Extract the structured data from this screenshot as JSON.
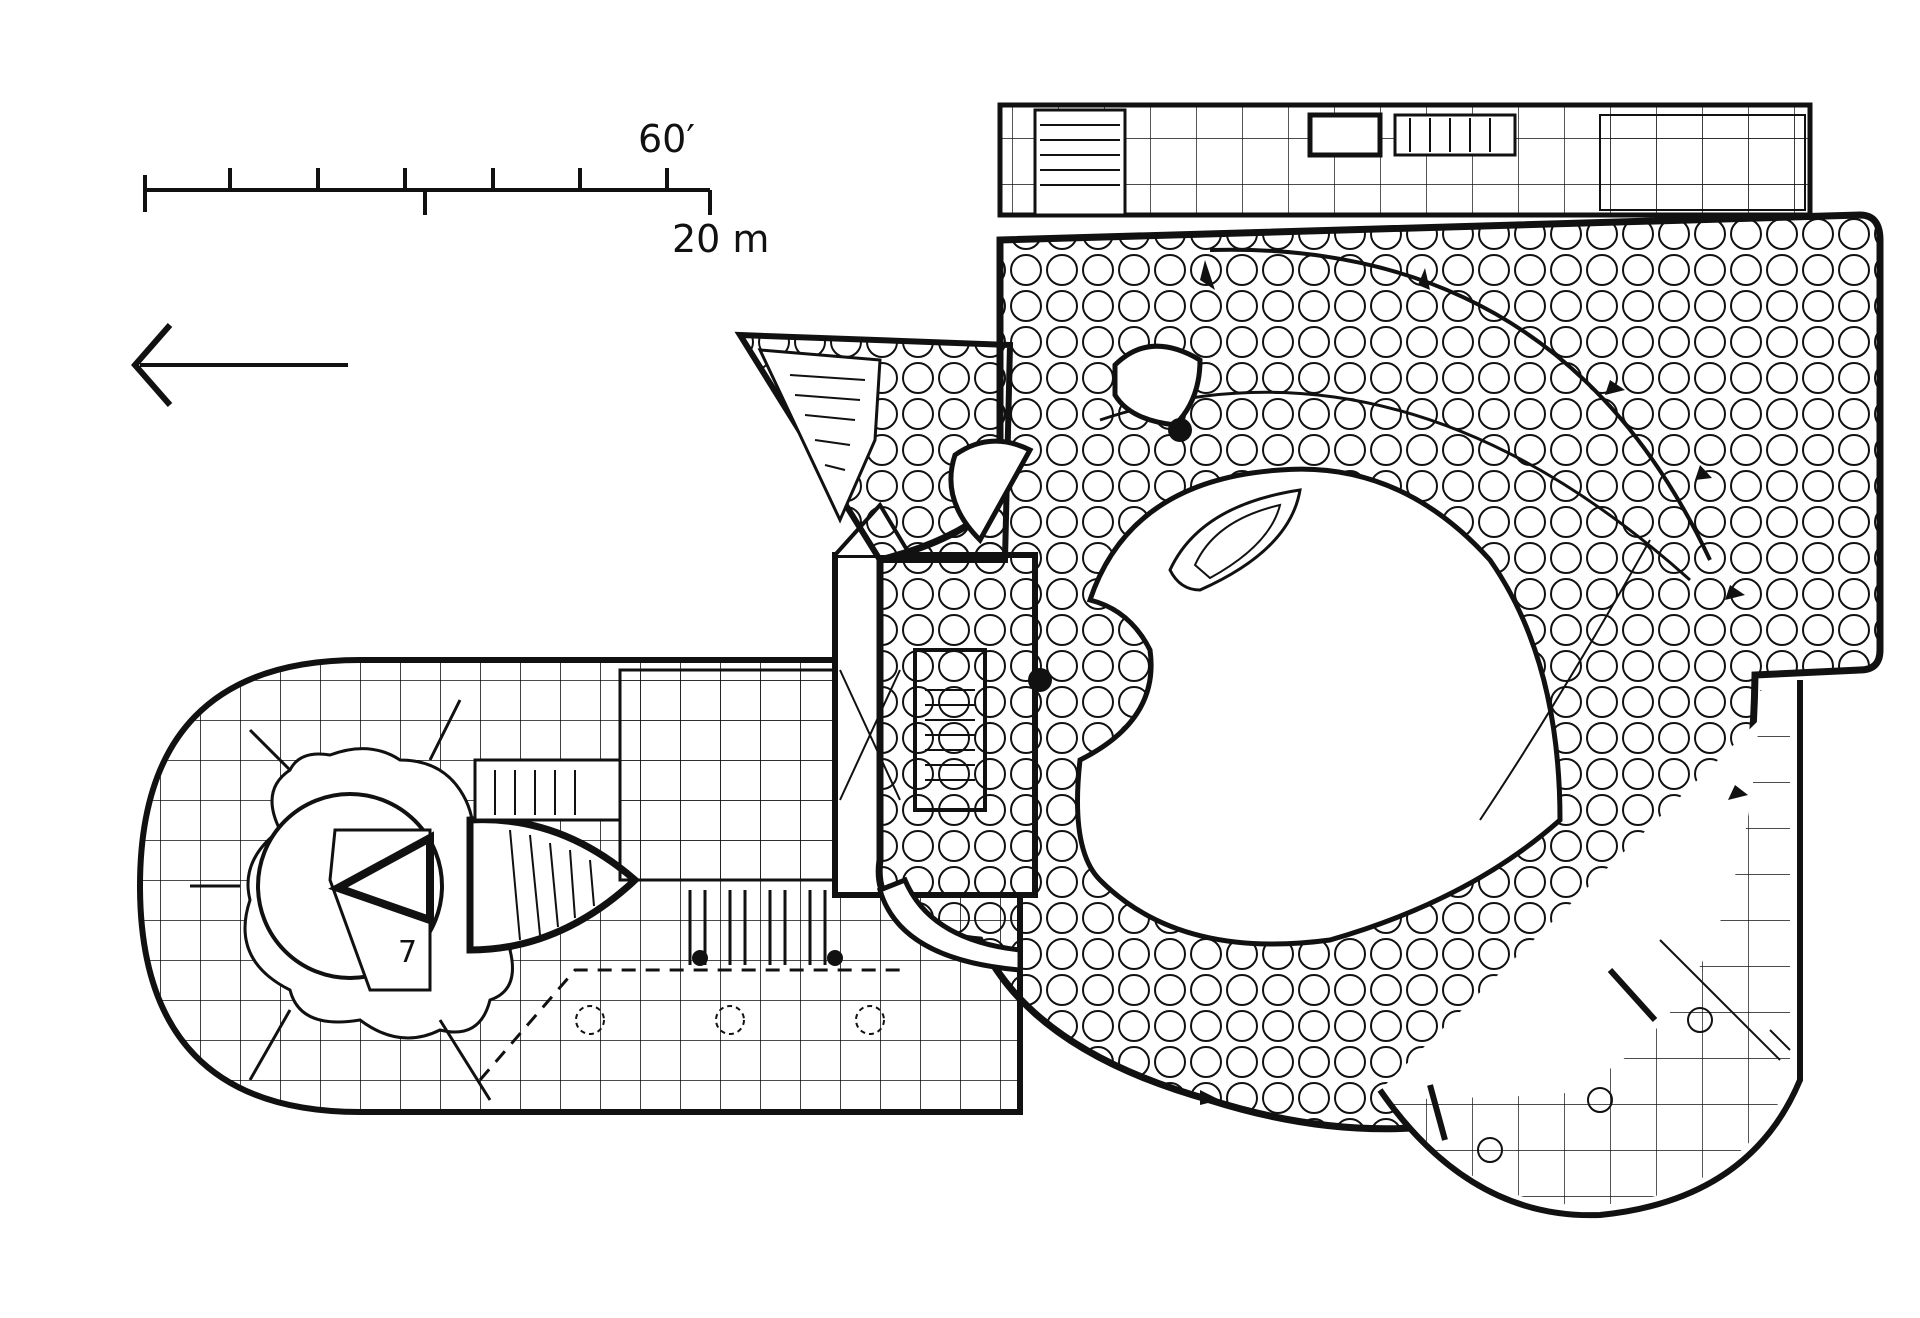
{
  "scale_bar": {
    "feet_label": "60′",
    "meters_label": "20 m"
  },
  "annotations": {
    "stair_number": "7"
  },
  "colors": {
    "ink": "#111111",
    "paper": "#ffffff"
  },
  "icons": [
    "north-arrow-icon"
  ]
}
